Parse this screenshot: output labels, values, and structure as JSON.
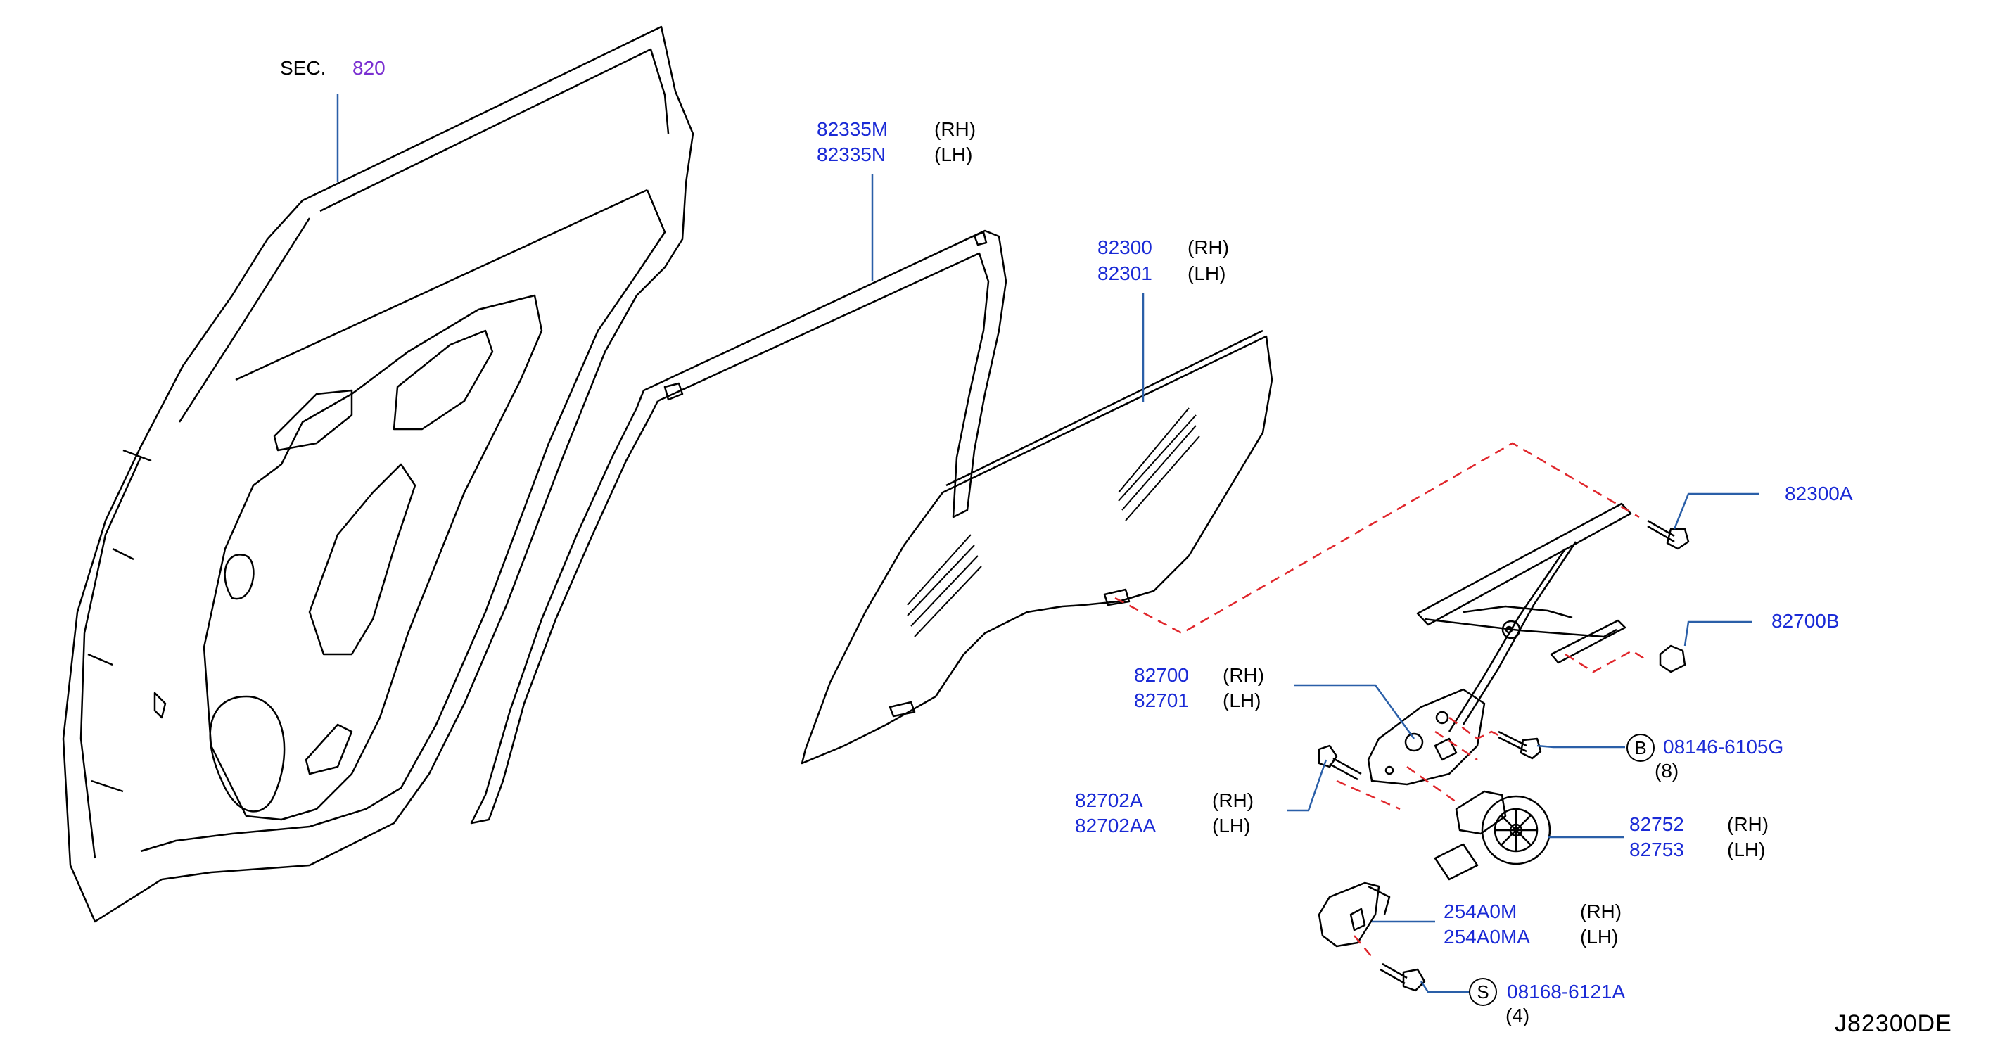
{
  "section": {
    "prefix": "SEC.",
    "number": "820"
  },
  "callouts": [
    {
      "id": "seal",
      "parts": [
        "82335M",
        "82335N"
      ],
      "sides": [
        "(RH)",
        "(LH)"
      ]
    },
    {
      "id": "glass",
      "parts": [
        "82300",
        "82301"
      ],
      "sides": [
        "(RH)",
        "(LH)"
      ]
    },
    {
      "id": "regulator",
      "parts": [
        "82700",
        "82701"
      ],
      "sides": [
        "(RH)",
        "(LH)"
      ]
    },
    {
      "id": "bracket",
      "parts": [
        "82702A",
        "82702AA"
      ],
      "sides": [
        "(RH)",
        "(LH)"
      ]
    },
    {
      "id": "motor",
      "parts": [
        "82752",
        "82753"
      ],
      "sides": [
        "(RH)",
        "(LH)"
      ]
    },
    {
      "id": "module",
      "parts": [
        "254A0M",
        "254A0MA"
      ],
      "sides": [
        "(RH)",
        "(LH)"
      ]
    }
  ],
  "singles": [
    {
      "id": "bolt-a",
      "part": "82300A"
    },
    {
      "id": "nut-b",
      "part": "82700B"
    }
  ],
  "fasteners": [
    {
      "id": "fastener-b",
      "symbol": "B",
      "part": "08146-6105G",
      "qty": "(8)"
    },
    {
      "id": "fastener-s",
      "symbol": "S",
      "part": "08168-6121A",
      "qty": "(4)"
    }
  ],
  "diagram_code": "J82300DE",
  "colors": {
    "part_number": "#1a2ad6",
    "section_ref": "#7a2fd1",
    "leader": "#2a5fa8",
    "dashed_link": "#e0262b"
  }
}
